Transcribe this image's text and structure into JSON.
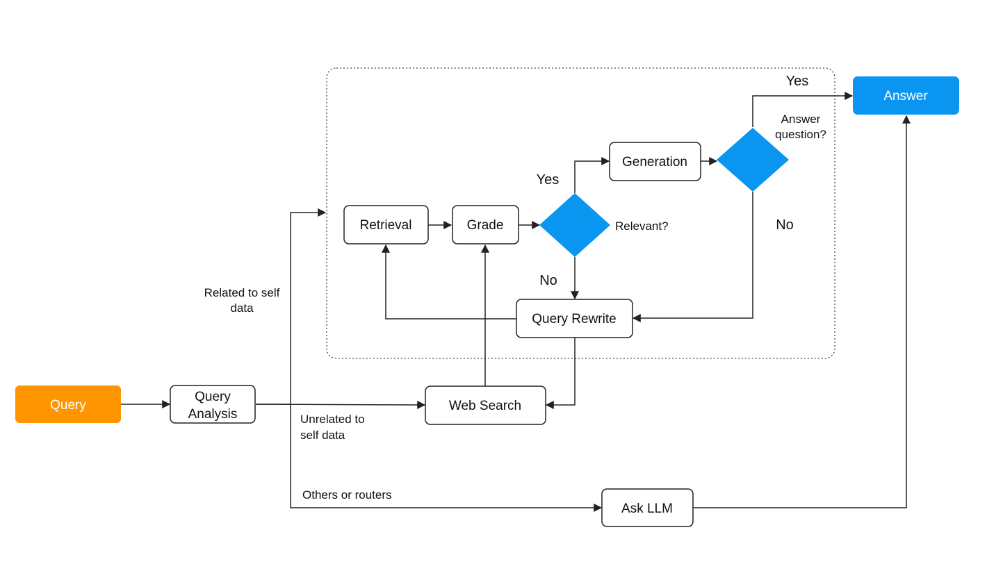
{
  "colors": {
    "query_fill": "#FF9500",
    "answer_fill": "#0A96F0",
    "decision_fill": "#0A96F0",
    "line": "#222222"
  },
  "nodes": {
    "query": "Query",
    "query_analysis": [
      "Query",
      "Analysis"
    ],
    "retrieval": "Retrieval",
    "grade": "Grade",
    "generation": "Generation",
    "query_rewrite": "Query Rewrite",
    "web_search": "Web Search",
    "ask_llm": "Ask LLM",
    "answer": "Answer"
  },
  "decisions": {
    "relevant": "Relevant?",
    "answer_question": [
      "Answer",
      "question?"
    ]
  },
  "labels": {
    "related_to_self_data": [
      "Related to self",
      "data"
    ],
    "unrelated_to_self_data": [
      "Unrelated to",
      "self data"
    ],
    "others_or_routers": "Others or routers",
    "relevant_yes": "Yes",
    "relevant_no": "No",
    "answer_yes": "Yes",
    "answer_no": "No"
  }
}
